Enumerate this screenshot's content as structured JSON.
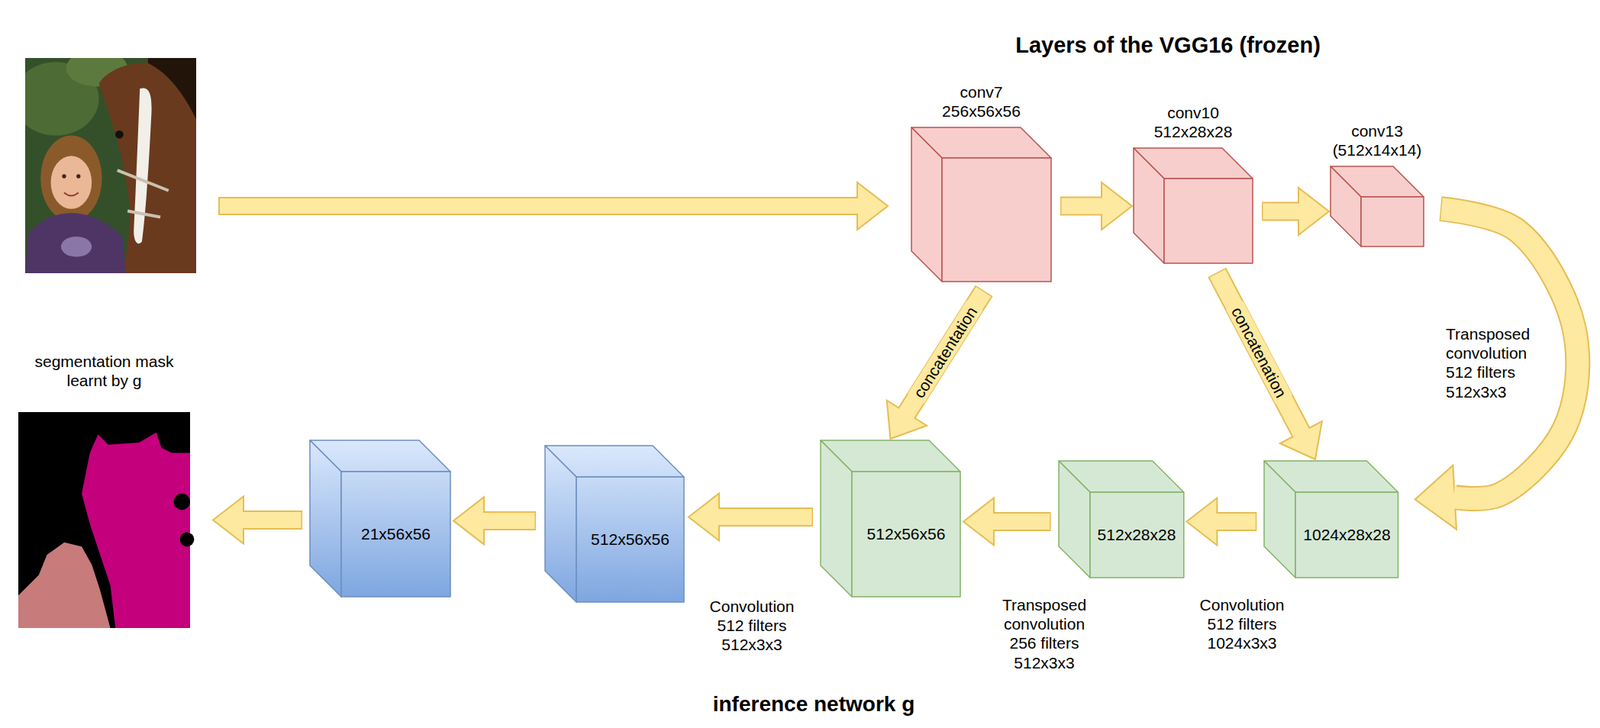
{
  "diagram": {
    "title": "Layers of the VGG16 (frozen)",
    "caption": "inference network g",
    "nodes": [
      {
        "text": [
          "conv7 256x56x56"
        ]
      },
      {
        "text": [
          "conv10 512x28x28"
        ]
      },
      {
        "text": [
          "conv13 (512x14x14)"
        ]
      },
      {
        "text": [
          "1024x28x28"
        ]
      },
      {
        "text": [
          "512x28x28"
        ]
      },
      {
        "text": [
          "512x56x56"
        ]
      },
      {
        "text": [
          "512x56x56"
        ]
      },
      {
        "text": [
          "21x56x56"
        ]
      },
      {
        "text": [
          "segmentation mask learnt by g"
        ]
      }
    ],
    "edges": [
      {
        "from": 0,
        "to": 1,
        "arrow": "to"
      },
      {
        "from": 1,
        "to": 2,
        "arrow": "to"
      },
      {
        "from": 2,
        "to": 3,
        "arrow": "to",
        "label": "Transposed convolution 512 filters 512x3x3"
      },
      {
        "from": 1,
        "to": 3,
        "arrow": "to",
        "label": "concatenation"
      },
      {
        "from": 0,
        "to": 5,
        "arrow": "to",
        "label": "concatentation"
      },
      {
        "from": 3,
        "to": 4,
        "arrow": "to",
        "label": "Convolution 512 filters 1024x3x3"
      },
      {
        "from": 4,
        "to": 5,
        "arrow": "to",
        "label": "Transposed convolution 256 filters 512x3x3"
      },
      {
        "from": 5,
        "to": 6,
        "arrow": "to",
        "label": "Convolution 512 filters 512x3x3"
      },
      {
        "from": 6,
        "to": 7,
        "arrow": "to"
      },
      {
        "from": 7,
        "to": 8,
        "arrow": "to"
      }
    ]
  }
}
